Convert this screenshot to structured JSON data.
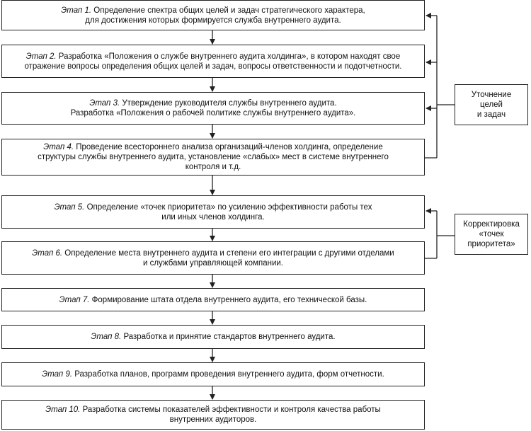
{
  "stages": [
    {
      "label": "Этап 1.",
      "text": "Определение спектра общих целей и задач стратегического характера,\nдля достижения которых формируется служба внутреннего аудита."
    },
    {
      "label": "Этап 2.",
      "text": "Разработка «Положения о службе внутреннего аудита холдинга», в котором находят свое\nотражение вопросы определения общих целей и задач, вопросы ответственности и подотчетности."
    },
    {
      "label": "Этап 3.",
      "text": "Утверждение руководителя службы внутреннего аудита.\nРазработка «Положения о рабочей политике службы внутреннего аудита»."
    },
    {
      "label": "Этап 4.",
      "text": "Проведение всестороннего анализа организаций-членов холдинга, определение\nструктуры службы внутреннего аудита, установление «слабых» мест в системе внутреннего\nконтроля и т.д."
    },
    {
      "label": "Этап 5.",
      "text": "Определение «точек приоритета» по усилению эффективности работы тех\nили иных членов холдинга."
    },
    {
      "label": "Этап 6.",
      "text": "Определение места внутреннего аудита и степени его интеграции с другими отделами\nи службами управляющей компании."
    },
    {
      "label": "Этап 7.",
      "text": "Формирование штата отдела внутреннего аудита, его технической базы."
    },
    {
      "label": "Этап 8.",
      "text": "Разработка и принятие стандартов внутреннего аудита."
    },
    {
      "label": "Этап 9.",
      "text": "Разработка планов, программ проведения внутреннего аудита, форм отчетности."
    },
    {
      "label": "Этап 10.",
      "text": "Разработка системы показателей эффективности и контроля качества работы\nвнутренних аудиторов."
    }
  ],
  "side_boxes": {
    "goals": "Уточнение\nцелей\nи задач",
    "priority": "Корректировка\n«точек\nприоритета»"
  }
}
